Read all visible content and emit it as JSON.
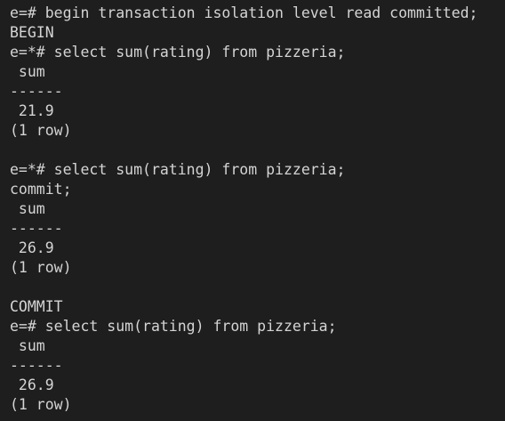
{
  "terminal": {
    "lines": [
      "e=# begin transaction isolation level read committed;",
      "BEGIN",
      "e=*# select sum(rating) from pizzeria;",
      " sum",
      "------",
      " 21.9",
      "(1 row)",
      "",
      "e=*# select sum(rating) from pizzeria;",
      "commit;",
      " sum",
      "------",
      " 26.9",
      "(1 row)",
      "",
      "COMMIT",
      "e=# select sum(rating) from pizzeria;",
      " sum",
      "------",
      " 26.9",
      "(1 row)"
    ]
  },
  "colors": {
    "background": "#1e1e1e",
    "text": "#d4d4d4"
  }
}
